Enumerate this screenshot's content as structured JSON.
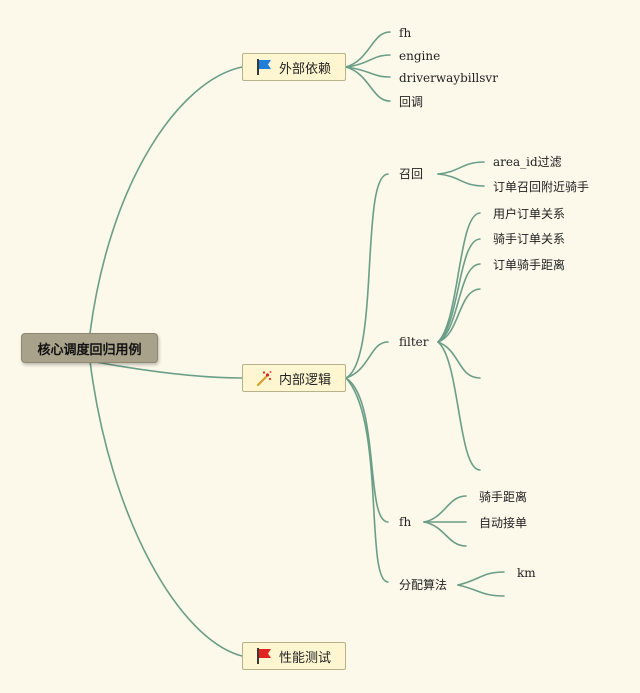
{
  "root": {
    "label": "核心调度回归用例"
  },
  "branches": {
    "external": {
      "label": "外部依赖",
      "icon": "blue-flag-icon",
      "children": [
        "fh",
        "engine",
        "driverwaybillsvr",
        "回调"
      ]
    },
    "internal": {
      "label": "内部逻辑",
      "icon": "magic-wand-icon",
      "recall": {
        "label": "召回",
        "children": [
          "area_id过滤",
          "订单召回附近骑手"
        ]
      },
      "filter": {
        "label": "filter",
        "children": [
          "用户订单关系",
          "骑手订单关系",
          "订单骑手距离"
        ]
      },
      "fh": {
        "label": "fh",
        "children": [
          "骑手距离",
          "自动接单"
        ]
      },
      "algo": {
        "label": "分配算法",
        "children": [
          "km"
        ]
      }
    },
    "performance": {
      "label": "性能测试",
      "icon": "red-flag-icon"
    }
  },
  "colors": {
    "background": "#fcf8ea",
    "line": "#6a9e88",
    "root_fill": "#a8a28a",
    "branch_fill": "#fdf6d0",
    "blue_flag": "#1f7fd8",
    "red_flag": "#e02420"
  }
}
